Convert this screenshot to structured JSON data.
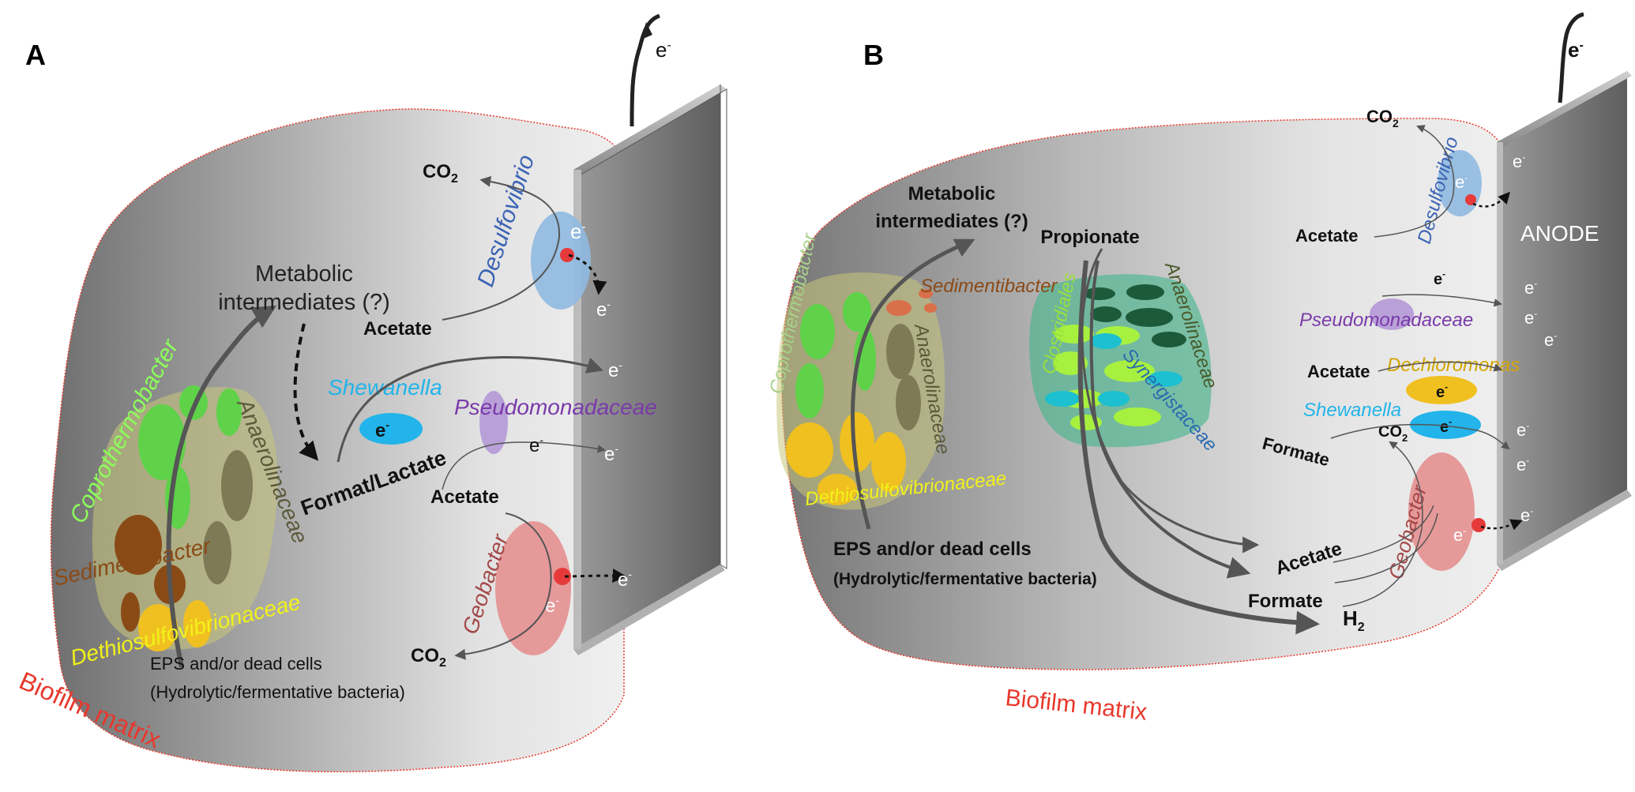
{
  "panel_a": {
    "letter": "A",
    "biofilm_label": "Biofilm matrix",
    "electron": "e",
    "electron_sup": "-",
    "metabolic_line1": "Metabolic",
    "metabolic_line2": "intermediates (?)",
    "acetate_top": "Acetate",
    "co2_top": "CO",
    "co2_sub": "2",
    "desulfovibrio": "Desulfovibrio",
    "shewanella": "Shewanella",
    "pseudomonadaceae": "Pseudomonadaceae",
    "format_lactate": "Format/Lactate",
    "acetate_mid": "Acetate",
    "geobacter": "Geobacter",
    "co2_bottom": "CO",
    "coprothermobacter": "Coprothermobacter",
    "anaerolinaceae": "Anaerolinaceae",
    "sedimentibacter": "Sedimentibacter",
    "dethiosulfovibrionaceae": "Dethiosulfovibrionaceae",
    "eps_line1": "EPS and/or dead cells",
    "eps_line2": "(Hydrolytic/fermentative bacteria)"
  },
  "panel_b": {
    "letter": "B",
    "biofilm_label": "Biofilm matrix",
    "electron": "e",
    "electron_sup": "-",
    "anode": "ANODE",
    "metabolic_line1": "Metabolic",
    "metabolic_line2": "intermediates (?)",
    "propionate": "Propionate",
    "co2_top": "CO",
    "co2_sub": "2",
    "desulfovibrio": "Desulfovibrio",
    "acetate_top": "Acetate",
    "pseudomonadaceae": "Pseudomonadaceae",
    "acetate_mid": "Acetate",
    "dechloromonas": "Dechloromonas",
    "shewanella": "Shewanella",
    "formate_mid": "Formate",
    "co2_mid": "CO",
    "geobacter": "Geobacter",
    "coprothermobacter": "Coprothermobacter",
    "sedimentibacter": "Sedimentibacter",
    "anaerolinaceae_left": "Anaerolinaceae",
    "dethiosulfovibrionaceae": "Dethiosulfovibrionaceae",
    "clostridiales": "Clostridiales",
    "anaerolinaceae_right": "Anaerolinaceae",
    "synergistaceae": "Synergistaceae",
    "eps_line1": "EPS and/or dead cells",
    "eps_line2": "(Hydrolytic/fermentative bacteria)",
    "acetate_bottom": "Acetate",
    "formate_bottom": "Formate",
    "h2": "H",
    "h2_sub": "2"
  },
  "colors": {
    "biofilm_border": "#e8382c",
    "coprothermobacter": "#7fe05a",
    "anaerolinaceae": "#6b6b3a",
    "sedimentibacter": "#8a4a16",
    "dethiosulfovibrionaceae": "#f2f21a",
    "desulfovibrio": "#3c64b4",
    "shewanella": "#22b4ea",
    "pseudomonadaceae": "#7a3aaa",
    "geobacter": "#a34848",
    "dechloromonas": "#d4a500",
    "clostridiales": "#9ae03c",
    "synergistaceae": "#2a6ab0",
    "anaerolinaceae_b": "#4a5a2a"
  }
}
